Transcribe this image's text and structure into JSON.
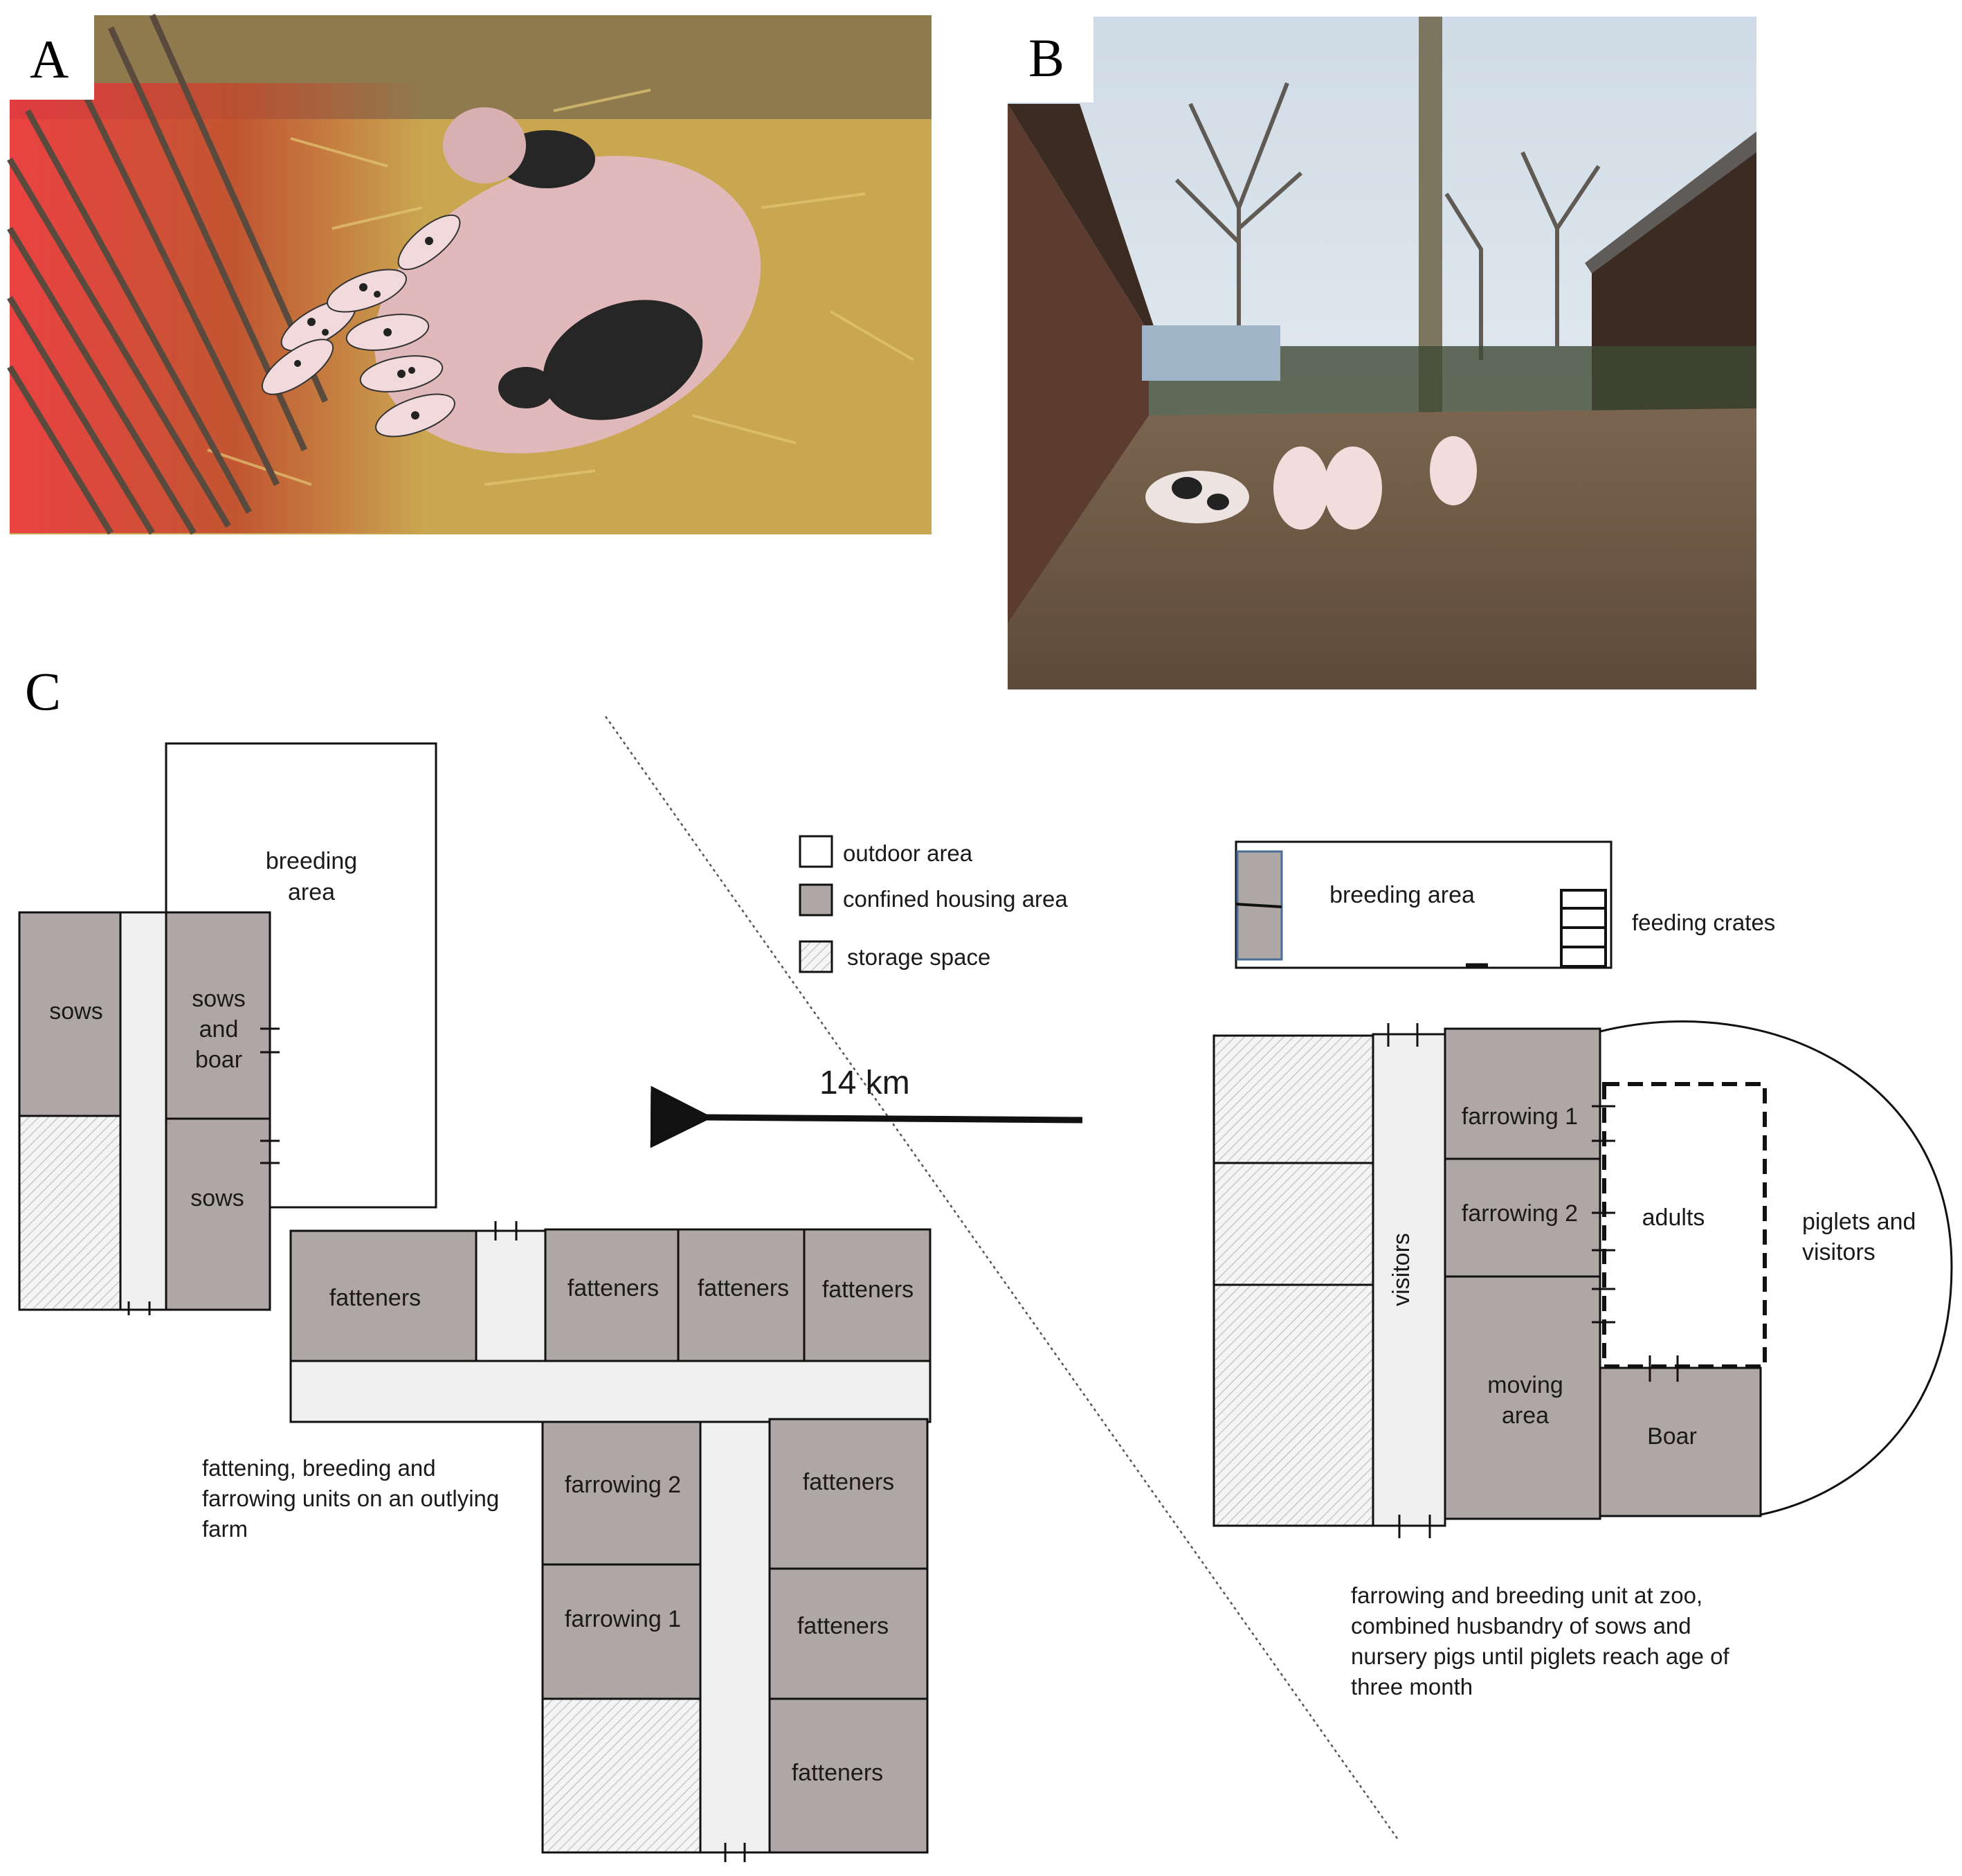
{
  "panels": {
    "a": {
      "letter": "A"
    },
    "b": {
      "letter": "B"
    },
    "c": {
      "letter": "C"
    }
  },
  "legend": {
    "outdoor": "outdoor area",
    "confined": "confined housing area",
    "storage": "storage space"
  },
  "distance": "14 km",
  "farm": {
    "breeding_area": [
      "breeding",
      "area"
    ],
    "sows_top": "sows",
    "sows_and_boar": [
      "sows",
      "and",
      "boar"
    ],
    "sows_lower": "sows",
    "fatteners_left": "fatteners",
    "fatteners_row": [
      "fatteners",
      "fatteners",
      "fatteners"
    ],
    "farrowing_2": "farrowing 2",
    "farrowing_1": "farrowing 1",
    "fatteners_right": [
      "fatteners",
      "fatteners",
      "fatteners"
    ],
    "caption": [
      "fattening, breeding and",
      "farrowing units on an outlying",
      "farm"
    ]
  },
  "zoo": {
    "breeding_area": "breeding area",
    "feeding_crates": "feeding crates",
    "visitors_corridor": "visitors",
    "farrowing_1": "farrowing 1",
    "farrowing_2": "farrowing 2",
    "moving_area": [
      "moving",
      "area"
    ],
    "boar": "Boar",
    "adults": "adults",
    "piglets_visitors": [
      "piglets and",
      "visitors"
    ],
    "caption": [
      "farrowing and breeding unit at zoo,",
      "combined husbandry of sows and",
      "nursery pigs until piglets reach age of",
      "three month"
    ]
  },
  "colors": {
    "confined": "#aea7a5",
    "corridor": "#f0f0f0",
    "photo_a_straw": "#c9a650",
    "photo_a_heatlamp": "#e0283a",
    "photo_b_ground": "#6f5a44",
    "photo_b_sky": "#dfe9f0"
  }
}
